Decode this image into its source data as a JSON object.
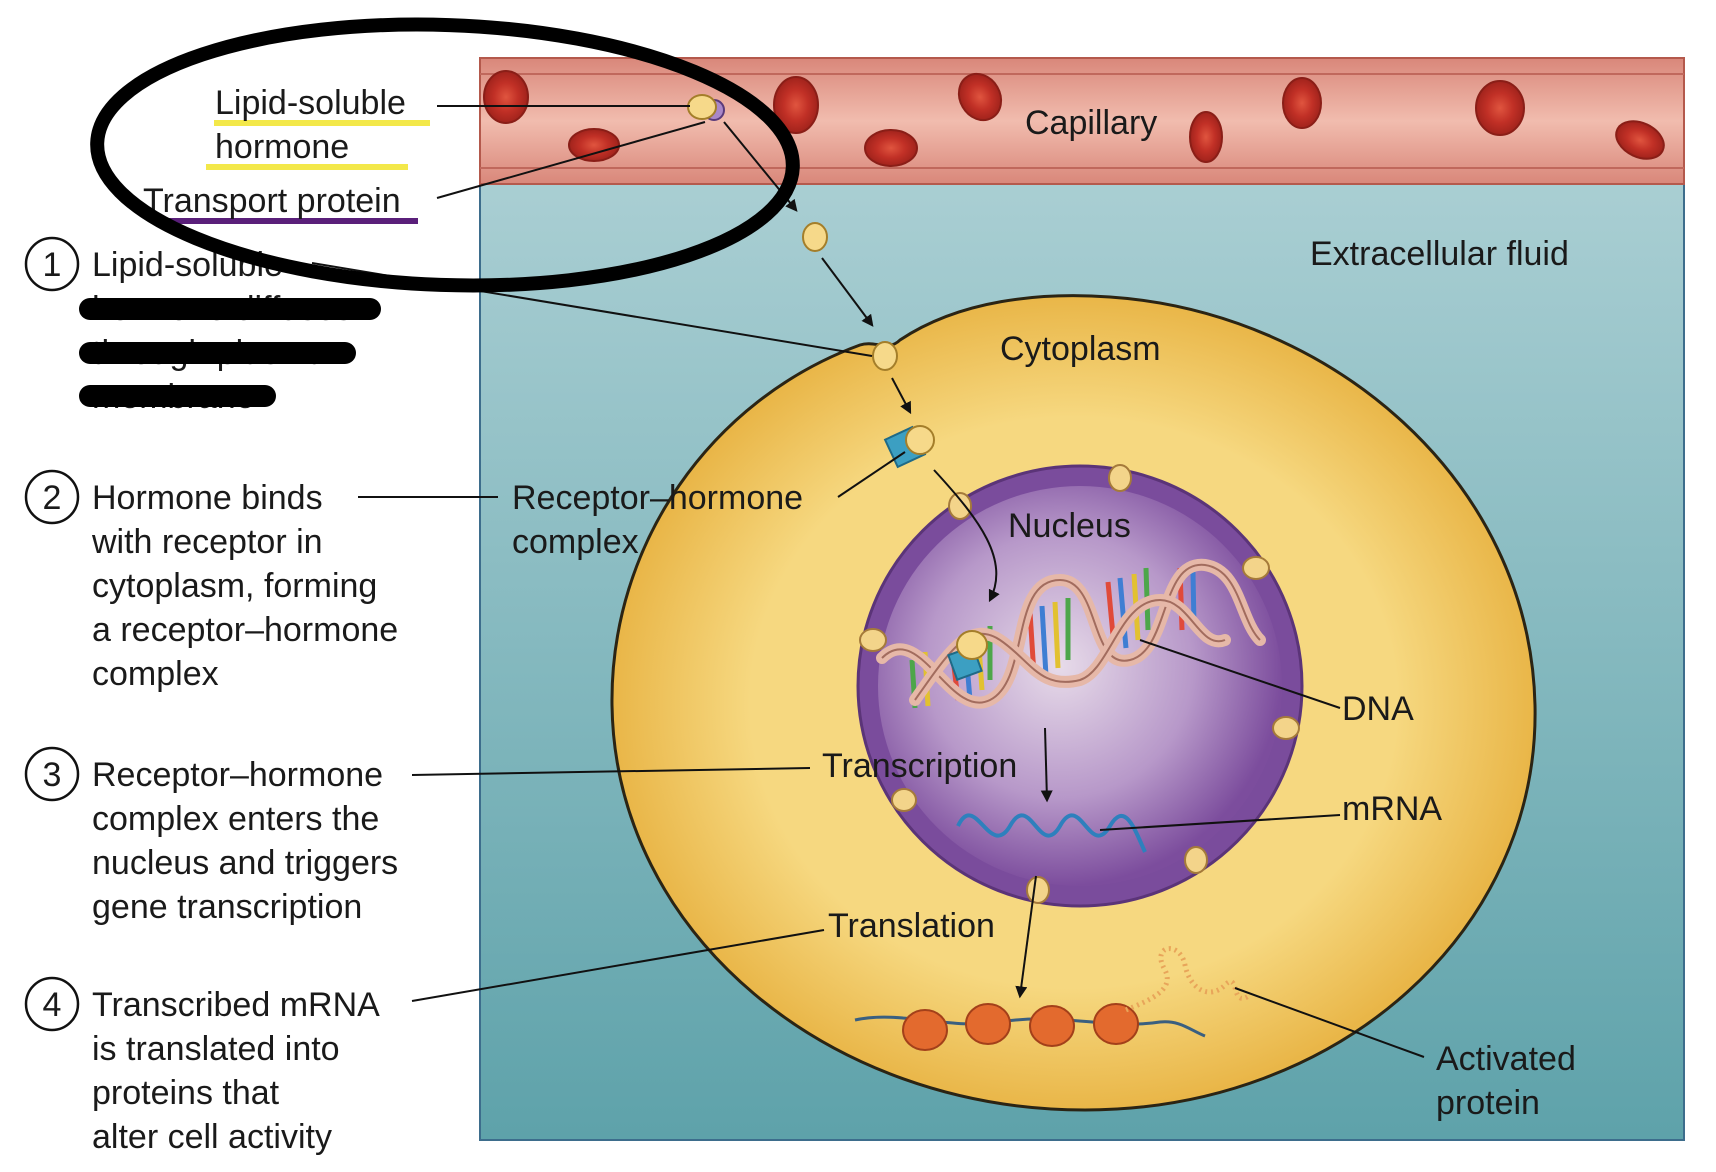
{
  "labels": {
    "capillary": "Capillary",
    "extracellular_fluid": "Extracellular fluid",
    "cytoplasm": "Cytoplasm",
    "nucleus": "Nucleus",
    "lipid_soluble_line1": "Lipid-soluble",
    "lipid_soluble_line2": "hormone",
    "transport_protein": "Transport protein",
    "receptor_complex_line1": "Receptor–hormone",
    "receptor_complex_line2": "complex",
    "dna": "DNA",
    "transcription": "Transcription",
    "mrna": "mRNA",
    "translation": "Translation",
    "activated_protein_line1": "Activated",
    "activated_protein_line2": "protein"
  },
  "steps": [
    {
      "num": "1",
      "lines": [
        "Lipid-soluble",
        "hormone diffuses",
        "through plasma",
        "membrane"
      ]
    },
    {
      "num": "2",
      "lines": [
        "Hormone binds",
        "with receptor in",
        "cytoplasm, forming",
        "a receptor–hormone",
        "complex"
      ]
    },
    {
      "num": "3",
      "lines": [
        "Receptor–hormone",
        "complex enters the",
        "nucleus and triggers",
        "gene transcription"
      ]
    },
    {
      "num": "4",
      "lines": [
        "Transcribed mRNA",
        "is translated into",
        "proteins that",
        "alter cell activity"
      ]
    }
  ],
  "colors": {
    "capillary": "#e8a393",
    "extracellular": "#7fb3bd",
    "cell": "#f2c860",
    "nucleus": "#9a6bb8",
    "rbc": "#c9312a",
    "highlight_yellow": "#f3e84a",
    "highlight_purple": "#5a1f7a"
  }
}
